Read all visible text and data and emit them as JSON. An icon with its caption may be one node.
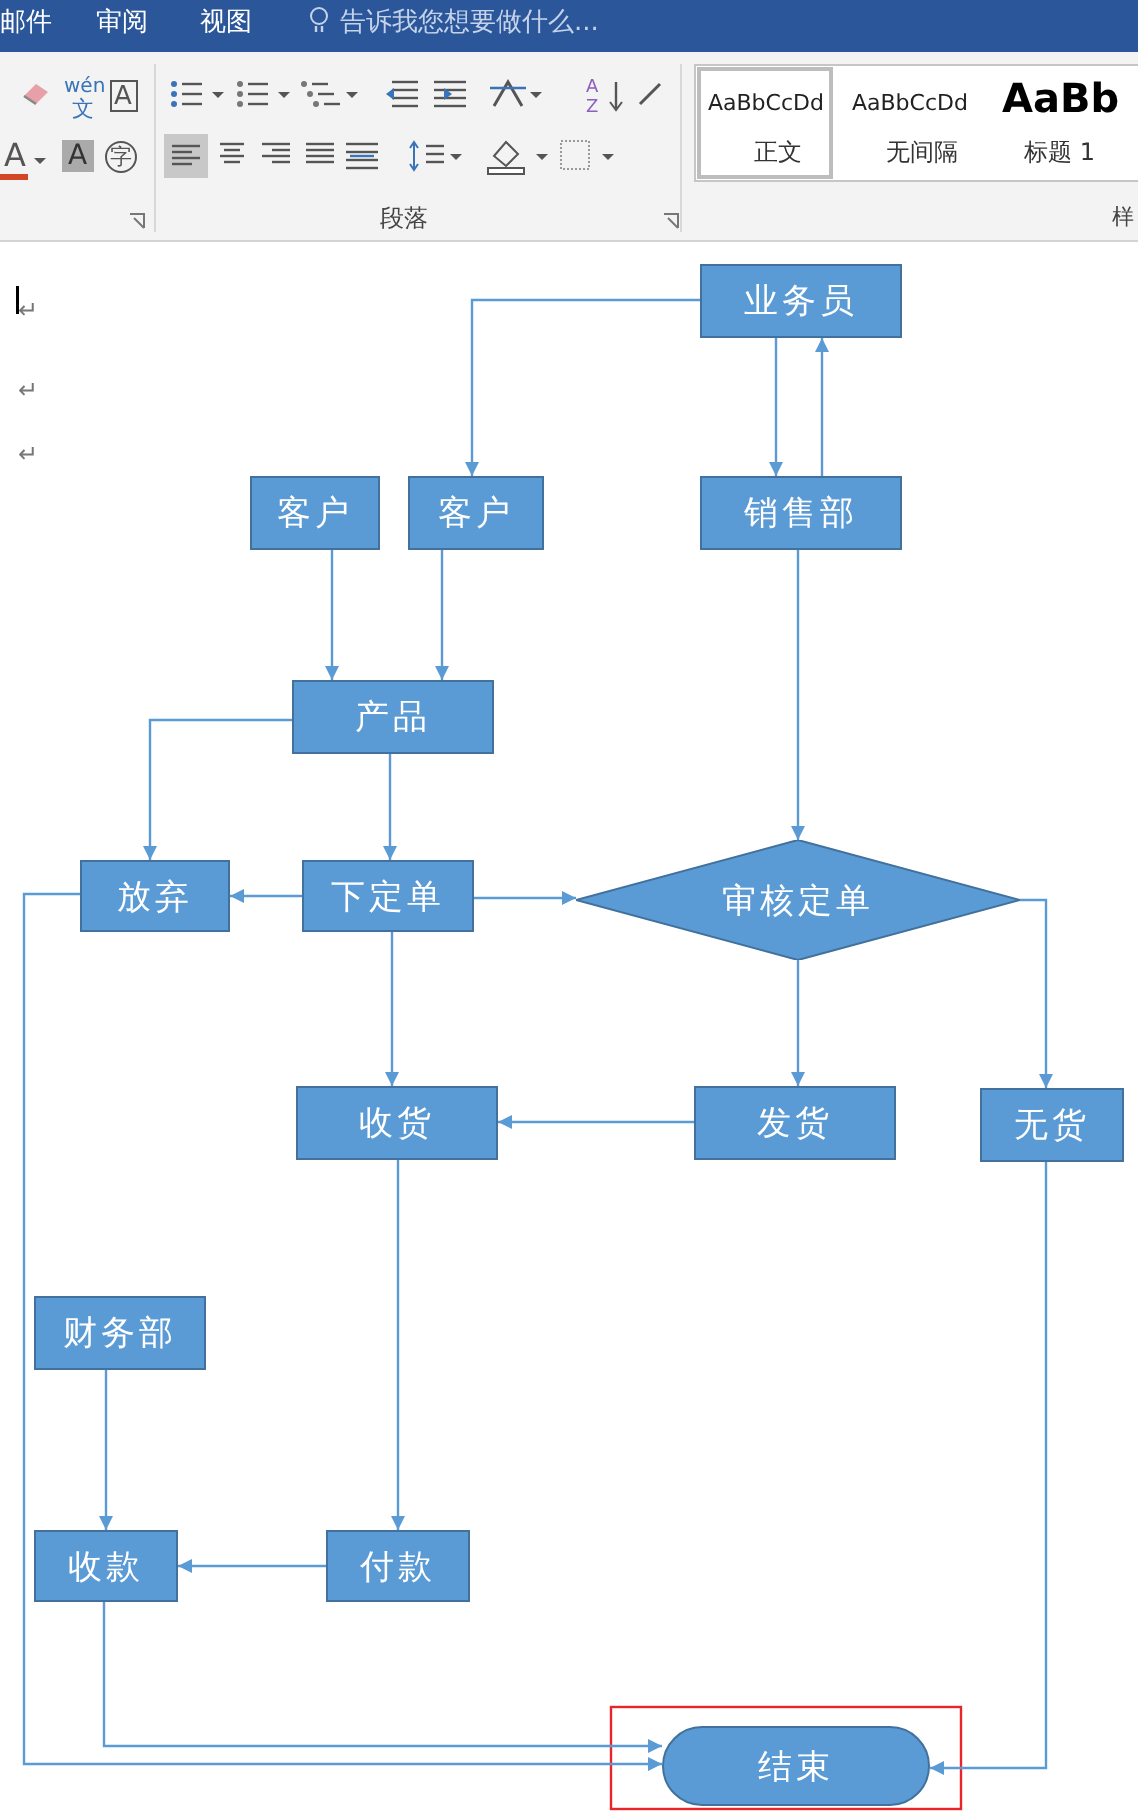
{
  "diagram": {
    "nodes": [
      {
        "text": [
          "业务员"
        ]
      },
      {
        "text": [
          "客户"
        ]
      },
      {
        "text": [
          "客户"
        ]
      },
      {
        "text": [
          "销售部"
        ]
      },
      {
        "text": [
          "产品"
        ]
      },
      {
        "text": [
          "放弃"
        ]
      },
      {
        "text": [
          "下定单"
        ]
      },
      {
        "text": [
          "审核定单"
        ]
      },
      {
        "text": [
          "收货"
        ]
      },
      {
        "text": [
          "发货"
        ]
      },
      {
        "text": [
          "无货"
        ]
      },
      {
        "text": [
          "财务部"
        ]
      },
      {
        "text": [
          "收款"
        ]
      },
      {
        "text": [
          "付款"
        ]
      },
      {
        "text": [
          "结束"
        ]
      }
    ],
    "edges": [
      {
        "from": 0,
        "to": 2,
        "arrow": "to"
      },
      {
        "from": 0,
        "to": 3,
        "arrow": "to"
      },
      {
        "from": 3,
        "to": 0,
        "arrow": "to"
      },
      {
        "from": 1,
        "to": 4,
        "arrow": "to"
      },
      {
        "from": 2,
        "to": 4,
        "arrow": "to"
      },
      {
        "from": 4,
        "to": 5,
        "arrow": "to"
      },
      {
        "from": 4,
        "to": 6,
        "arrow": "to"
      },
      {
        "from": 6,
        "to": 5,
        "arrow": "to"
      },
      {
        "from": 6,
        "to": 7,
        "arrow": "to"
      },
      {
        "from": 3,
        "to": 7,
        "arrow": "to"
      },
      {
        "from": 7,
        "to": 10,
        "arrow": "to"
      },
      {
        "from": 7,
        "to": 9,
        "arrow": "to"
      },
      {
        "from": 6,
        "to": 8,
        "arrow": "to"
      },
      {
        "from": 9,
        "to": 8,
        "arrow": "to"
      },
      {
        "from": 8,
        "to": 13,
        "arrow": "to"
      },
      {
        "from": 11,
        "to": 12,
        "arrow": "to"
      },
      {
        "from": 13,
        "to": 12,
        "arrow": "to"
      },
      {
        "from": 12,
        "to": 14,
        "arrow": "to"
      },
      {
        "from": 5,
        "to": 14,
        "arrow": "to"
      },
      {
        "from": 10,
        "to": 14,
        "arrow": "to"
      }
    ],
    "labels": [
      "邮件",
      "审阅",
      "视图",
      "告诉我您想要做什么...",
      "wén",
      "文",
      "A",
      "A",
      "A",
      "字",
      "A",
      "Z",
      "AaBbCcDd",
      "正文",
      "AaBbCcDd",
      "无间隔",
      "AaBb",
      "标题 1",
      "段落",
      "样",
      "↵",
      "↵",
      "↵"
    ]
  }
}
